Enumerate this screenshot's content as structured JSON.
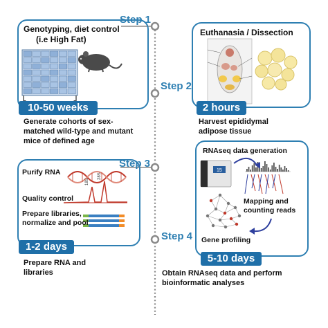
{
  "steps": [
    {
      "step_label": "Step 1",
      "panel_title_lines": [
        "Genotyping, diet control",
        "(i.e High Fat)"
      ],
      "duration": "10-50 weeks",
      "caption_lines": [
        "Generate cohorts of sex-",
        "matched wild-type and mutant",
        "mice of defined age"
      ]
    },
    {
      "step_label": "Step 2",
      "panel_title": "Euthanasia  / Dissection",
      "duration": "2 hours",
      "caption_lines": [
        "Harvest epididymal",
        "adipose tissue"
      ]
    },
    {
      "step_label": "Step 3",
      "sub_labels": [
        "Purify RNA",
        "Quality control",
        "Prepare libraries,",
        "normalize and pool"
      ],
      "duration": "1-2 days",
      "caption_lines": [
        "Prepare RNA and",
        "libraries"
      ]
    },
    {
      "step_label": "Step 4",
      "sub_labels": [
        "RNAseq data generation",
        "Mapping and",
        "counting reads",
        "Gene profiling"
      ],
      "duration": "5-10 days",
      "caption_lines": [
        "Obtain RNAseq data and perform",
        "bioinformatic analyses"
      ]
    }
  ],
  "qc_peaks": [
    "18S",
    "28S"
  ],
  "colors": {
    "accent": "#2e7fb2",
    "duration_bg": "#1f6fa8",
    "timeline": "#8a8a8a"
  }
}
